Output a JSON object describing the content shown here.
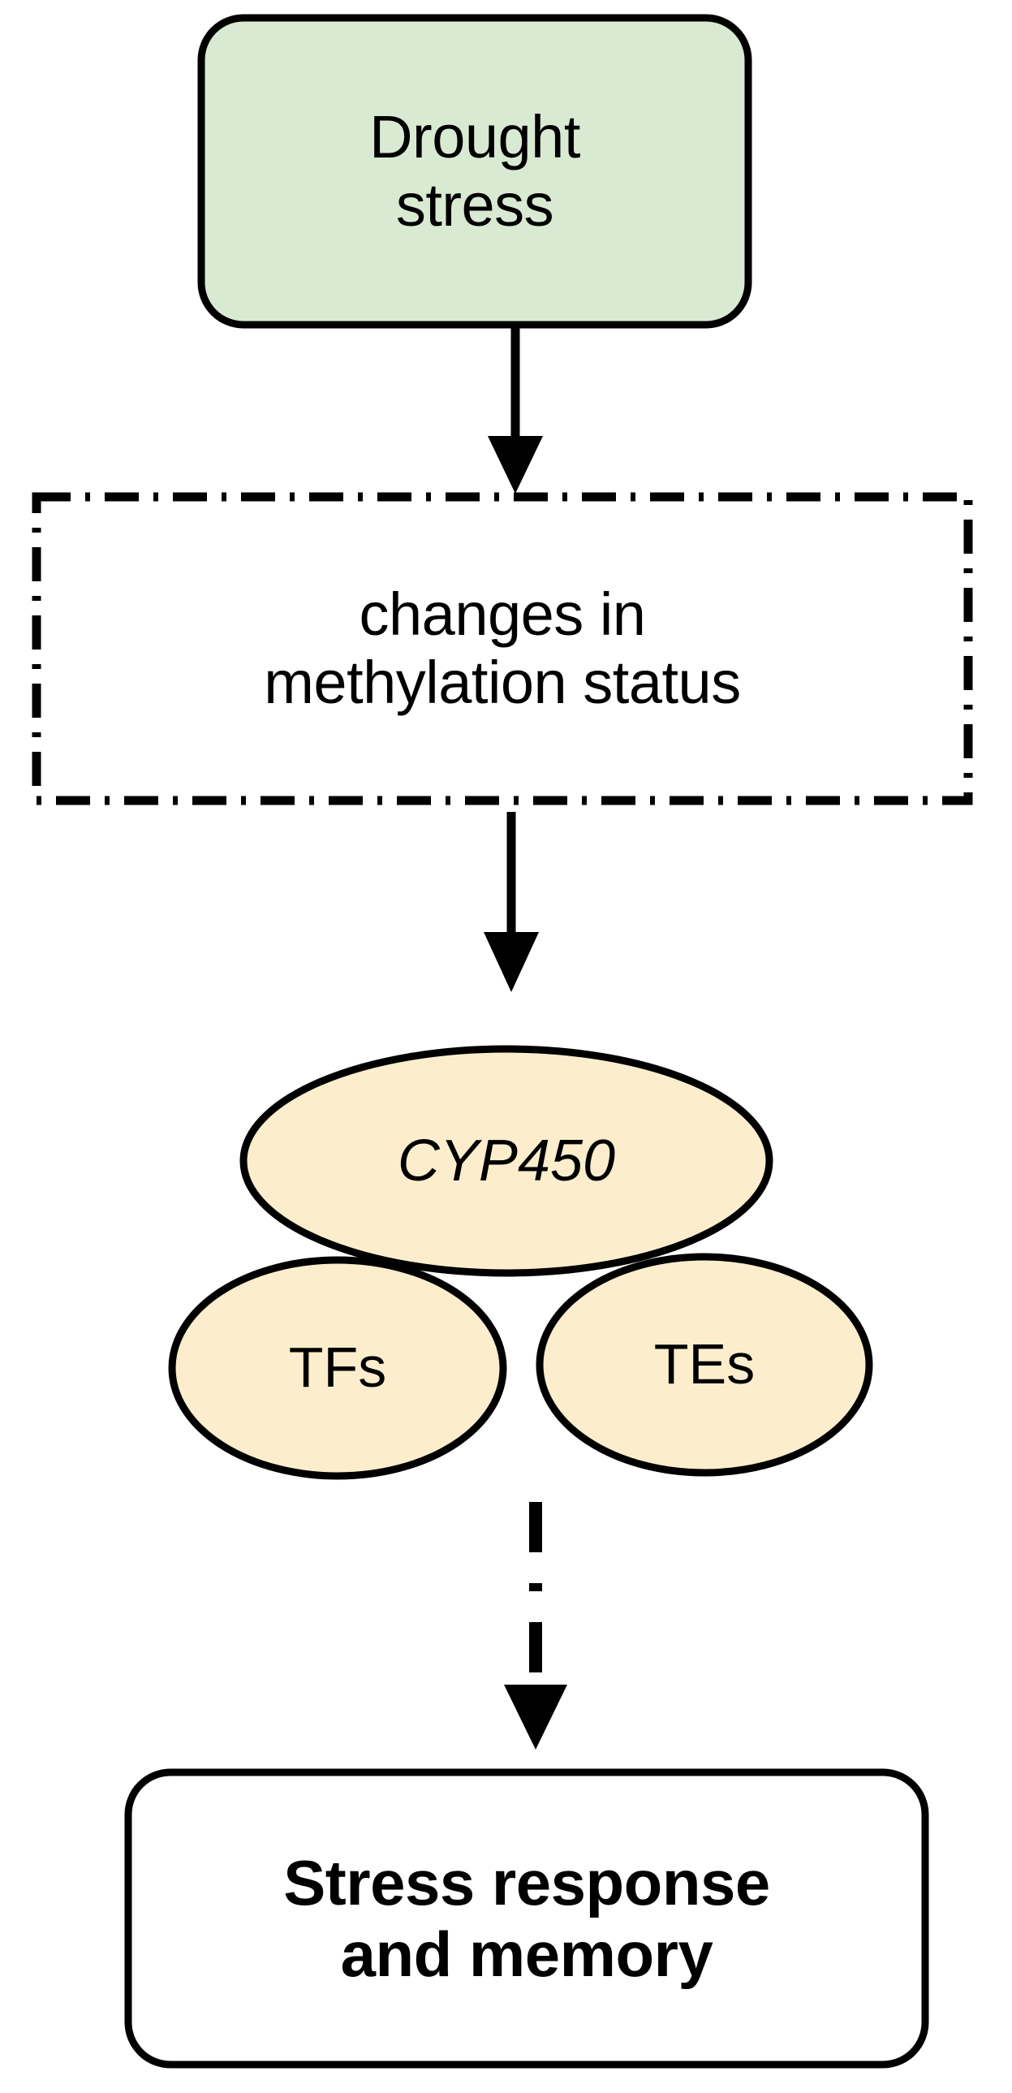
{
  "diagram": {
    "title": "Drought stress epigenetic regulation flow",
    "background_color": "#ffffff",
    "stroke_color": "#000000",
    "nodes": {
      "drought_stress": {
        "label": "Drought\nstress",
        "shape": "rounded-rectangle",
        "fill_color": "#d9ead3",
        "border_style": "solid"
      },
      "methylation": {
        "label": "changes in\nmethylation status",
        "shape": "rectangle",
        "fill_color": "#ffffff",
        "border_style": "dash-dot"
      },
      "cyp450": {
        "label": "CYP450",
        "shape": "ellipse",
        "fill_color": "#fceecd",
        "border_style": "solid",
        "font_style": "italic"
      },
      "tfs": {
        "label": "TFs",
        "shape": "ellipse",
        "fill_color": "#fceecd",
        "border_style": "solid"
      },
      "tes": {
        "label": "TEs",
        "shape": "ellipse",
        "fill_color": "#fceecd",
        "border_style": "solid"
      },
      "stress_response": {
        "label": "Stress response\nand memory",
        "shape": "rounded-rectangle",
        "fill_color": "#ffffff",
        "border_style": "solid",
        "font_weight": "bold"
      }
    },
    "connectors": [
      {
        "name": "drought-to-methylation",
        "from": "drought_stress",
        "to": "methylation",
        "style": "solid",
        "arrowhead": "filled-triangle"
      },
      {
        "name": "methylation-to-genes",
        "from": "methylation",
        "to": "cyp450",
        "style": "solid",
        "arrowhead": "filled-triangle"
      },
      {
        "name": "genes-to-stress-response",
        "from": "cyp450",
        "to": "stress_response",
        "style": "dash-dot",
        "arrowhead": "filled-triangle"
      }
    ]
  }
}
